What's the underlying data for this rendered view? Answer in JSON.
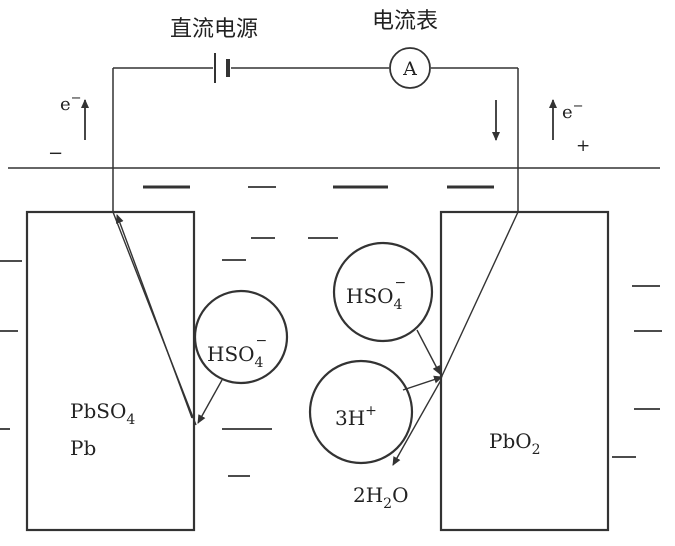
{
  "labels": {
    "power_source": "直流电源",
    "ammeter": "电流表",
    "ammeter_symbol": "A",
    "electron_left": "e",
    "electron_right": "e",
    "minus_sign": "−",
    "plus_sign": "+",
    "left_electrode_line1": "PbSO",
    "left_electrode_line2": "Pb",
    "right_electrode": "PbO",
    "ion_left": "HSO",
    "ion_right_top": "HSO",
    "ion_right_bottom": "3H",
    "water": "2H",
    "water_tail": "O"
  },
  "colors": {
    "line": "#333333",
    "text": "#222222",
    "background": "#ffffff"
  }
}
